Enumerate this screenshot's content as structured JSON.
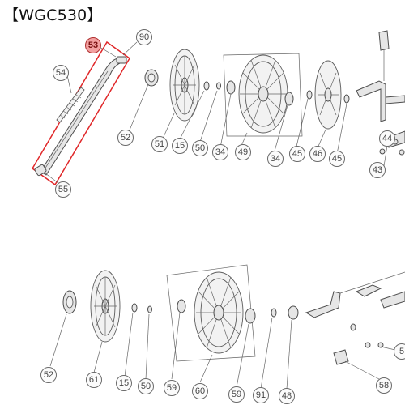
{
  "title": "【WGC530】",
  "highlight_color": "#e0282a",
  "callouts": [
    {
      "id": "c53",
      "label": "53",
      "highlight": true
    },
    {
      "id": "c90",
      "label": "90"
    },
    {
      "id": "c54",
      "label": "54"
    },
    {
      "id": "c55",
      "label": "55"
    },
    {
      "id": "c52a",
      "label": "52"
    },
    {
      "id": "c51",
      "label": "51"
    },
    {
      "id": "c15a",
      "label": "15"
    },
    {
      "id": "c50a",
      "label": "50"
    },
    {
      "id": "c34a",
      "label": "34"
    },
    {
      "id": "c49",
      "label": "49"
    },
    {
      "id": "c34b",
      "label": "34"
    },
    {
      "id": "c45a",
      "label": "45"
    },
    {
      "id": "c46",
      "label": "46"
    },
    {
      "id": "c45b",
      "label": "45"
    },
    {
      "id": "c44",
      "label": "44"
    },
    {
      "id": "c43",
      "label": "43"
    },
    {
      "id": "c52b",
      "label": "52"
    },
    {
      "id": "c61",
      "label": "61"
    },
    {
      "id": "c15b",
      "label": "15"
    },
    {
      "id": "c50b",
      "label": "50"
    },
    {
      "id": "c59a",
      "label": "59"
    },
    {
      "id": "c60",
      "label": "60"
    },
    {
      "id": "c59b",
      "label": "59"
    },
    {
      "id": "c91",
      "label": "91"
    },
    {
      "id": "c48",
      "label": "48"
    },
    {
      "id": "c58",
      "label": "58"
    },
    {
      "id": "c5",
      "label": "5"
    }
  ]
}
